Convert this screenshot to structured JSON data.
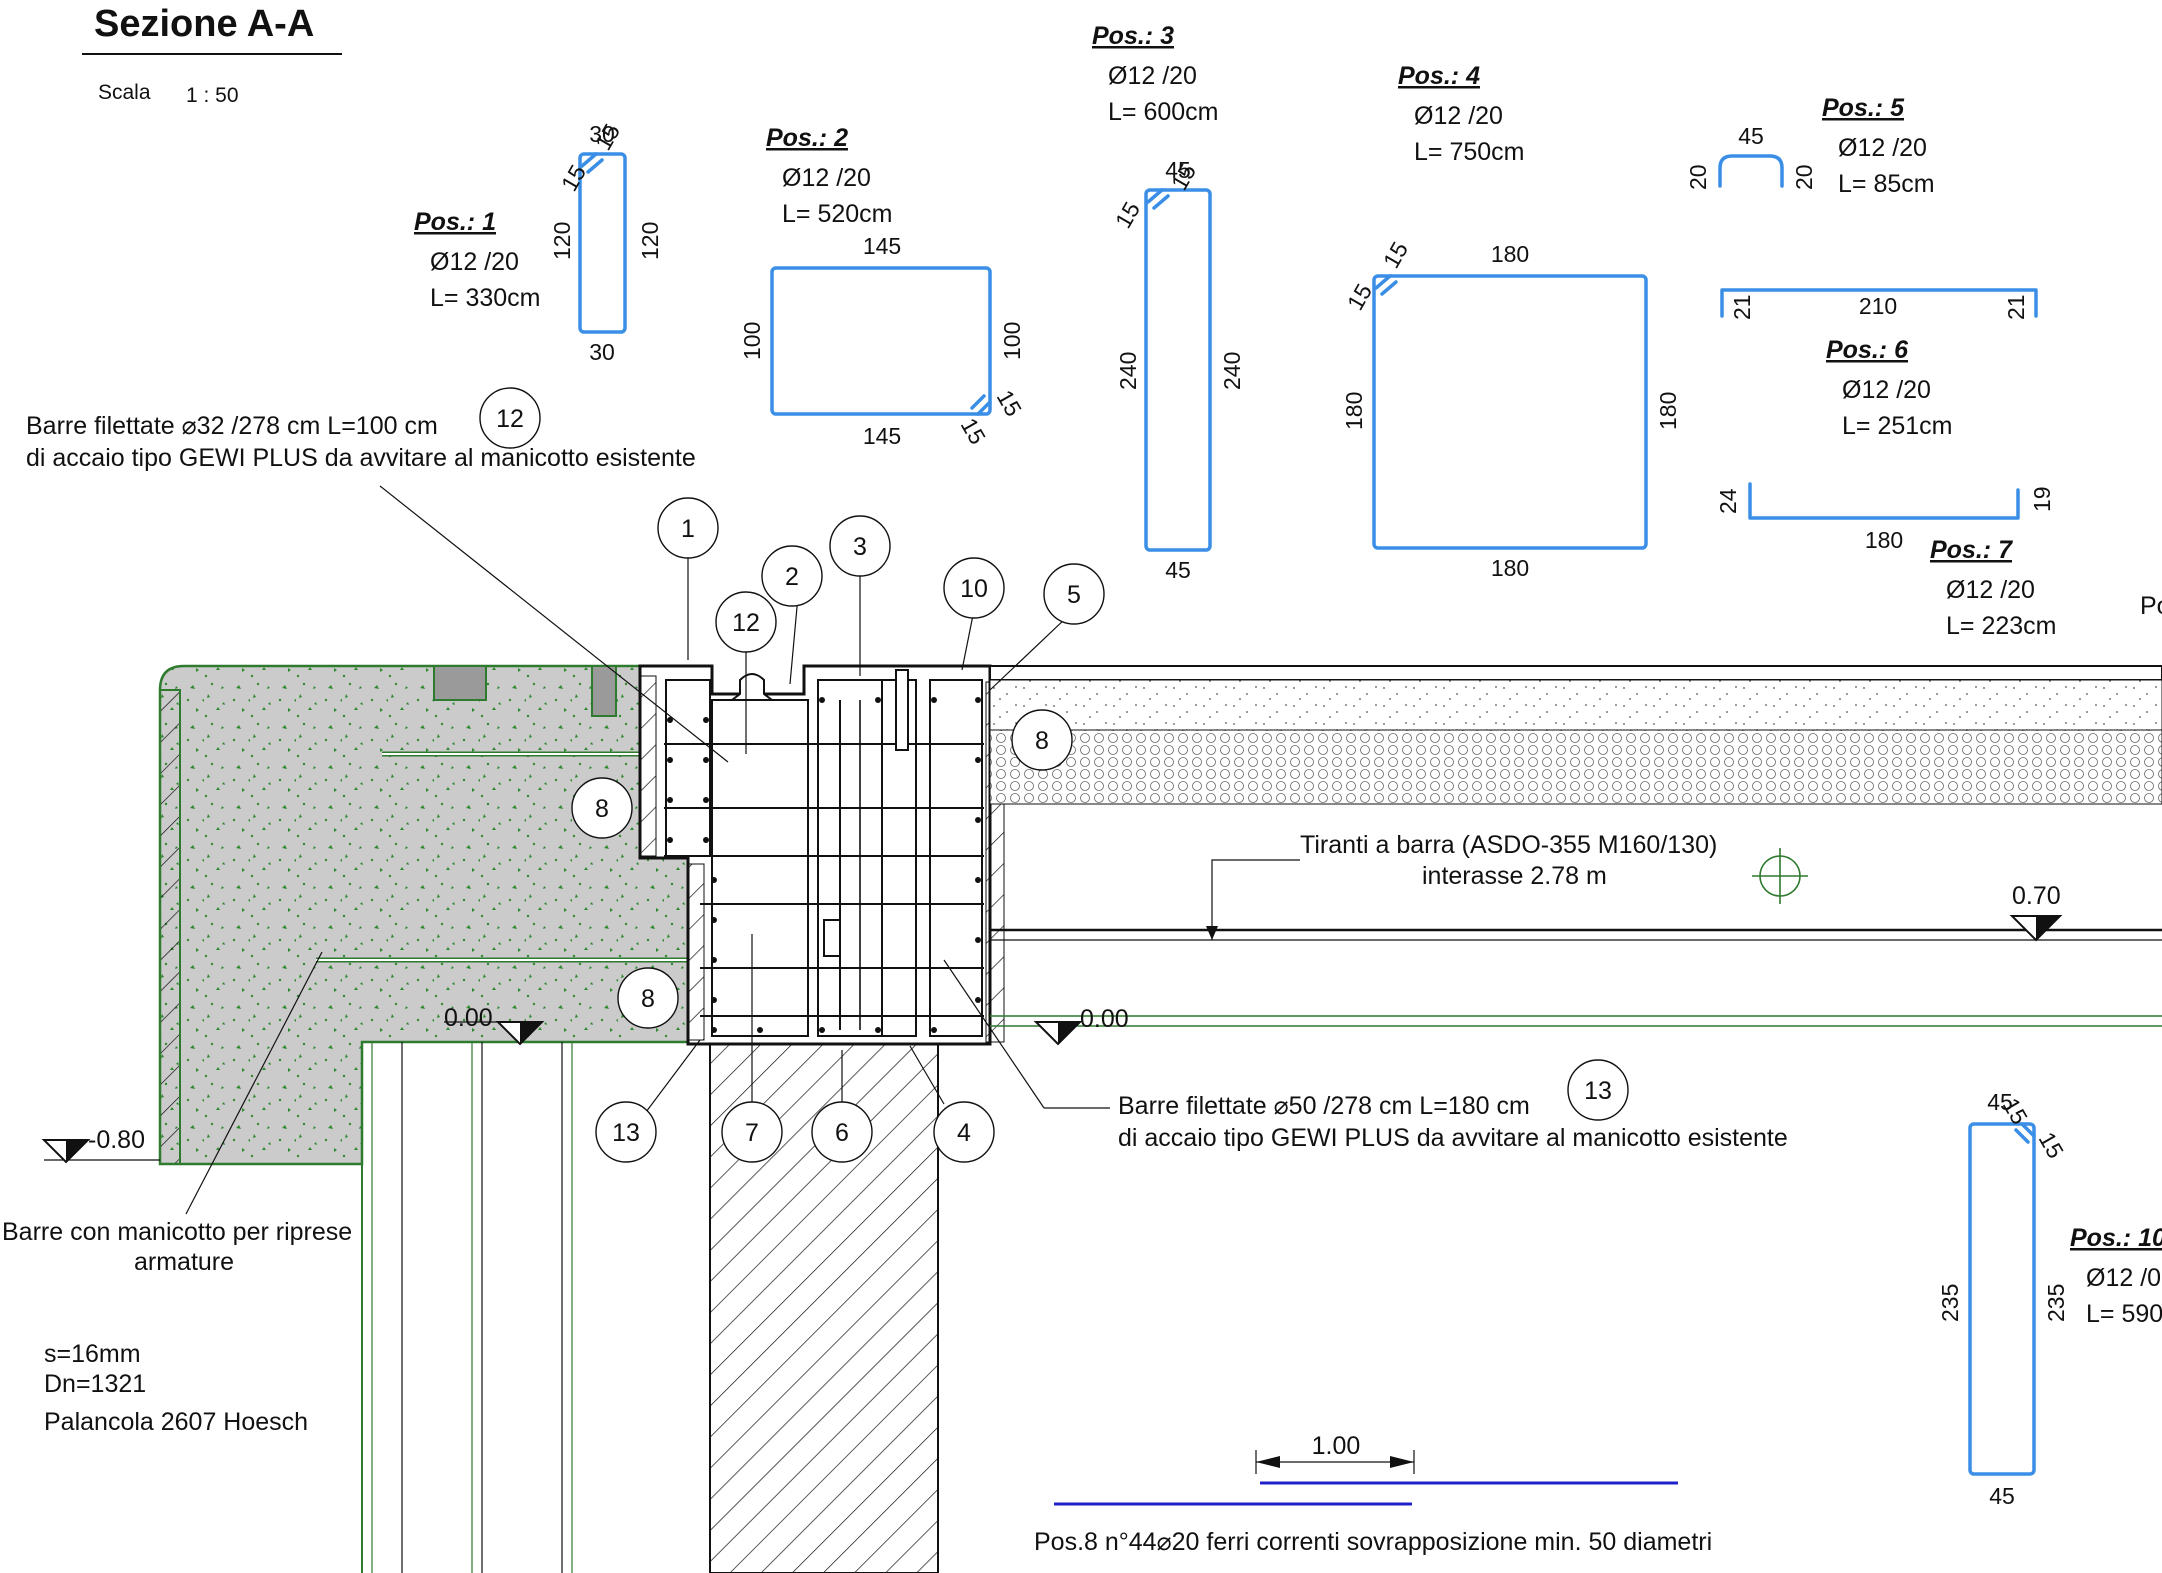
{
  "header": {
    "title": "Sezione A-A",
    "scale_label": "Scala",
    "scale_value": "1 : 50"
  },
  "positions": [
    {
      "id": "pos1",
      "title": "Pos.: 1",
      "dia": "Ø12 /20",
      "len": "L= 330cm",
      "dims": [
        "30",
        "15",
        "15",
        "120",
        "120",
        "30"
      ]
    },
    {
      "id": "pos2",
      "title": "Pos.: 2",
      "dia": "Ø12 /20",
      "len": "L= 520cm",
      "dims": [
        "145",
        "100",
        "100",
        "145",
        "15",
        "15"
      ]
    },
    {
      "id": "pos3",
      "title": "Pos.: 3",
      "dia": "Ø12 /20",
      "len": "L= 600cm",
      "dims": [
        "45",
        "15",
        "15",
        "240",
        "240",
        "45"
      ]
    },
    {
      "id": "pos4",
      "title": "Pos.: 4",
      "dia": "Ø12 /20",
      "len": "L= 750cm",
      "dims": [
        "180",
        "15",
        "15",
        "180",
        "180",
        "180"
      ]
    },
    {
      "id": "pos5",
      "title": "Pos.: 5",
      "dia": "Ø12 /20",
      "len": "L= 85cm",
      "dims": [
        "45",
        "20",
        "20"
      ]
    },
    {
      "id": "pos6",
      "title": "Pos.: 6",
      "dia": "Ø12 /20",
      "len": "L= 251cm",
      "dims": [
        "21",
        "210",
        "21"
      ]
    },
    {
      "id": "pos7",
      "title": "Pos.: 7",
      "dia": "Ø12 /20",
      "len": "L= 223cm",
      "dims": [
        "24",
        "180",
        "19"
      ]
    },
    {
      "id": "pos10",
      "title": "Pos.: 10",
      "dia": "Ø12 /0",
      "len": "L= 590",
      "dims": [
        "45",
        "15",
        "15",
        "235",
        "235",
        "45"
      ]
    }
  ],
  "notes": {
    "bar12_line1": "Barre filettate ⌀32 /278 cm L=100 cm",
    "bar12_line2": "di accaio tipo GEWI PLUS da avvitare al manicotto esistente",
    "bar13_line1": "Barre filettate ⌀50 /278 cm L=180 cm",
    "bar13_line2": "di accaio tipo GEWI PLUS da avvitare al manicotto esistente",
    "tiranti_line1": "Tiranti a barra (ASDO-355 M160/130)",
    "tiranti_line2": "interasse 2.78 m",
    "manicotto_line1": "Barre con manicotto per riprese",
    "manicotto_line2": "armature",
    "s": "s=16mm",
    "dn": "Dn=1321",
    "palancola": "Palancola 2607 Hoesch",
    "pos8_note": "Pos.8 n°44⌀20 ferri correnti sovrapposizione min. 50 diametri",
    "cut_text": "Po"
  },
  "levels": {
    "zero_left": "0.00",
    "zero_right": "0.00",
    "minus080": "-0.80",
    "plus070": "0.70",
    "scale_bar": "1.00"
  },
  "callouts": [
    "1",
    "2",
    "3",
    "10",
    "5",
    "12",
    "12",
    "13",
    "8",
    "8",
    "8",
    "13",
    "7",
    "6",
    "4"
  ],
  "colors": {
    "rebar": "#3a8ee6",
    "concrete_fill": "#c9c9c9",
    "concrete_dots": "#2e8a2e",
    "hatch": "#111111",
    "blue_line": "#2020c8"
  }
}
